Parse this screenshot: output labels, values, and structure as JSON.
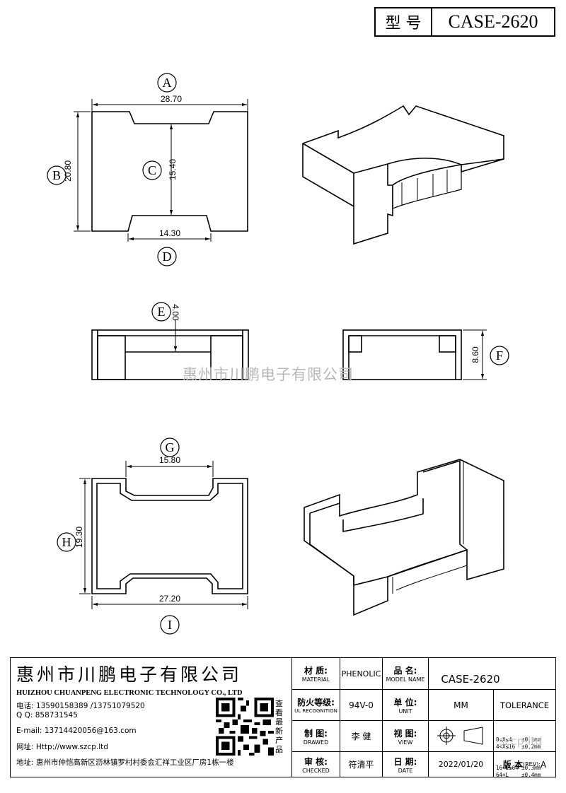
{
  "header": {
    "type_label": "型 号",
    "model_code": "CASE-2620"
  },
  "labels": {
    "A": "A",
    "B": "B",
    "C": "C",
    "D": "D",
    "E": "E",
    "F": "F",
    "G": "G",
    "H": "H",
    "I": "I"
  },
  "dimensions": {
    "top_width": "28.70",
    "top_height": "20.80",
    "inner_height": "15.40",
    "slot_width": "14.30",
    "wall_height": "4.00",
    "total_height": "8.60",
    "bottom_slot": "15.80",
    "bottom_height": "19.30",
    "bottom_width": "27.20"
  },
  "watermark": "惠州市川鹏电子有限公司",
  "company": {
    "name_cn": "惠州市川鹏电子有限公司",
    "name_en": "HUIZHOU CHUANPENG ELECTRONIC TECHNOLOGY CO., LTD",
    "phone_label": "电话:",
    "phone": "13590158389 /13751079520",
    "qq_label": "Q Q:",
    "qq": "858731545",
    "email_label": "E-mail:",
    "email": "13714420056@163.com",
    "web_label": "网址:",
    "web": "Http://www.szcp.ltd",
    "addr_label": "地址:",
    "addr": "惠州市仲恺高新区沥林镇罗村村委会汇祥工业区厂房1栋一楼",
    "qr_caption": [
      "查",
      "看",
      "最",
      "新",
      "产",
      "品"
    ]
  },
  "title_block": {
    "material_cn": "材 质:",
    "material_en": "MATERIAL",
    "material_val": "PHENOLIC",
    "model_cn": "品 名:",
    "model_en": "MODEL NAME",
    "model_val": "CASE-2620",
    "ul_cn": "防火等级:",
    "ul_en": "UL RECOGNITION",
    "ul_val": "94V-0",
    "unit_cn": "单 位:",
    "unit_en": "UNIT",
    "unit_val": "MM",
    "tolerance": "TOLERANCE",
    "drawn_cn": "制 图:",
    "drawn_en": "DRAWED",
    "drawn_val": "李 健",
    "view_cn": "视 图:",
    "view_en": "VIEW",
    "checked_cn": "审 核:",
    "checked_en": "CHECKED",
    "checked_val": "符清平",
    "date_cn": "日 期:",
    "date_en": "DATE",
    "date_val": "2022/01/20",
    "rev_label": "版 本",
    "rev_small": "(REV):",
    "rev_val": "A",
    "tol_rows": [
      "0<X≤4   ±0.1mm",
      "4<X≤16  ±0.2mm",
      "16<L≤64 ±0.3mm",
      "64<L    ±0.4mm"
    ],
    "site_watermark": "szcp.ltd"
  }
}
